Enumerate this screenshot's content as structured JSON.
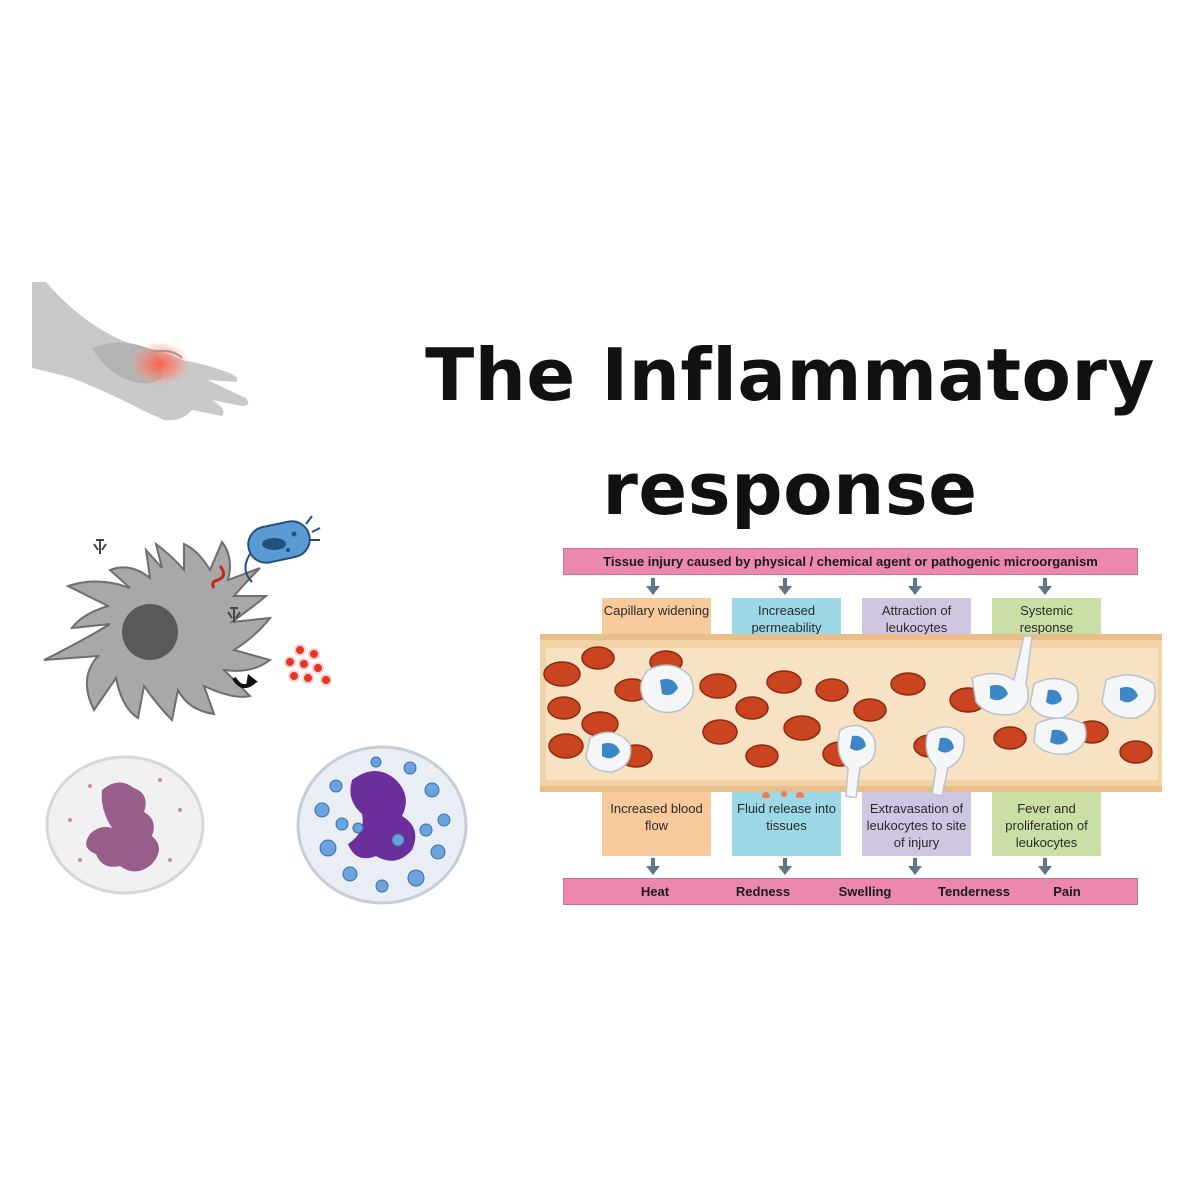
{
  "title": {
    "line1": "The Inflammatory",
    "line2": "response"
  },
  "diagram": {
    "top_banner": "Tissue injury caused by physical / chemical agent or pathogenic microorganism",
    "columns": [
      {
        "top": "Capillary widening",
        "bottom": "Increased blood flow",
        "color": "#f8c99b"
      },
      {
        "top": "Increased permeability",
        "bottom": "Fluid release into tissues",
        "color": "#9dd8e6"
      },
      {
        "top": "Attraction of leukocytes",
        "bottom": "Extravasation of leukocytes to site of injury",
        "color": "#cfc7e1"
      },
      {
        "top": "Systemic response",
        "bottom": "Fever and proliferation of leukocytes",
        "color": "#c9dfa6"
      }
    ],
    "bottom_banner": [
      "Heat",
      "Redness",
      "Swelling",
      "Tenderness",
      "Pain"
    ],
    "colors": {
      "banner": "#ec88ad",
      "vessel_wall": "#f3d3a6",
      "red_blood_cell": "#c9441f",
      "leukocyte": "#f4f6f8",
      "nucleus": "#3d86c8"
    }
  },
  "illustrations": [
    {
      "name": "inflamed-wrist"
    },
    {
      "name": "dendritic-cell-with-bacterium"
    },
    {
      "name": "neutrophil"
    },
    {
      "name": "eosinophil"
    }
  ]
}
